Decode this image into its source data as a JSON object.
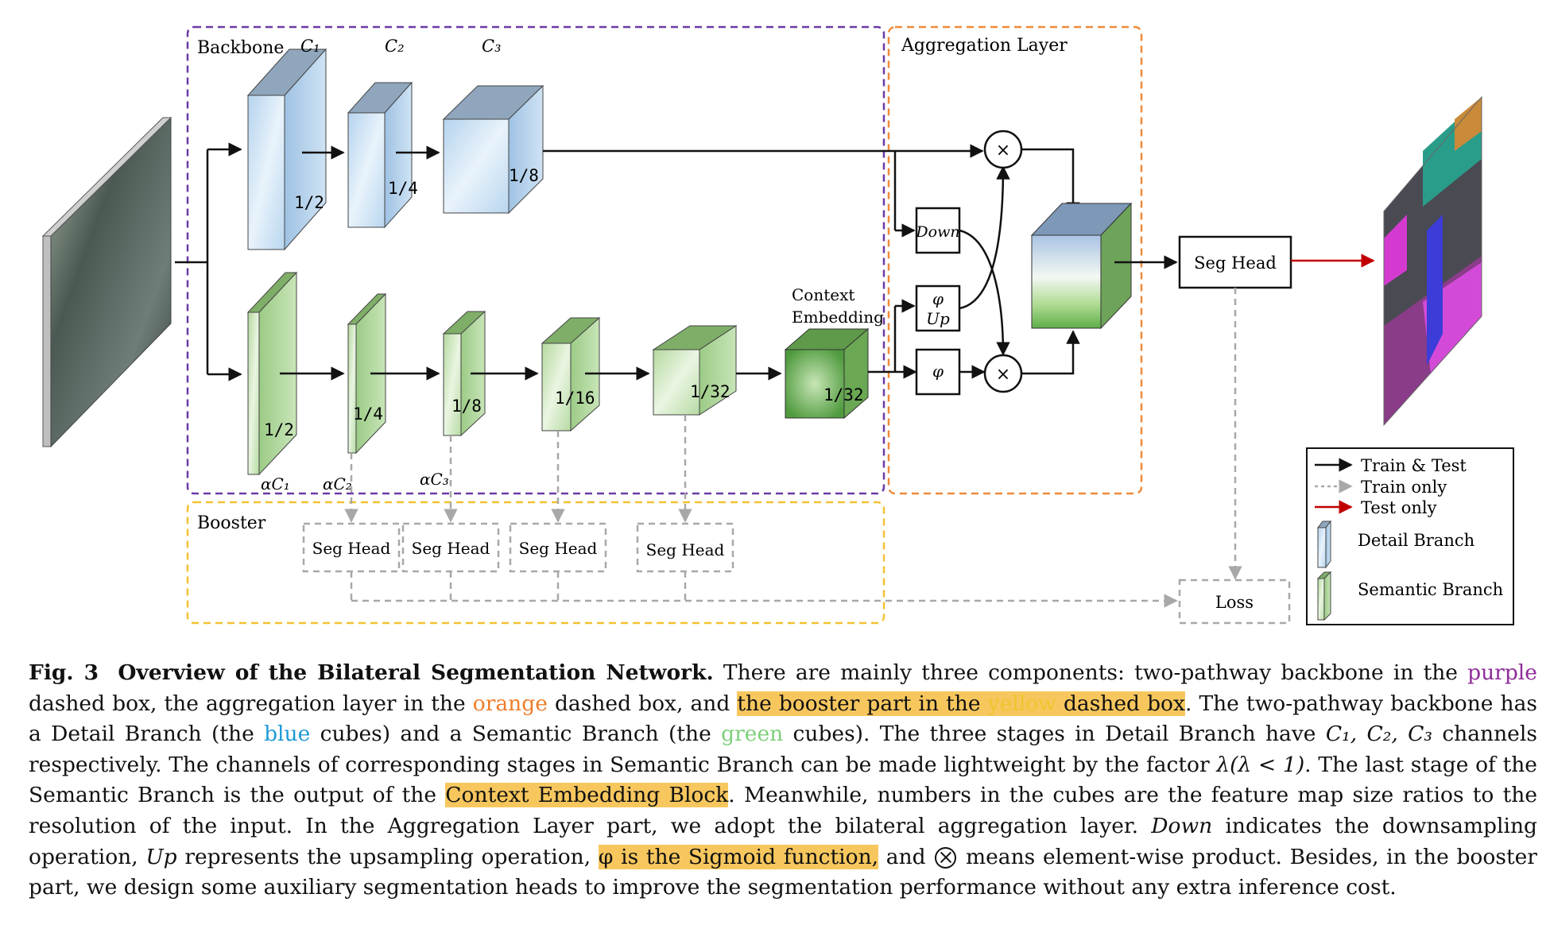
{
  "figure": {
    "sections": {
      "backbone": "Backbone",
      "aggregation": "Aggregation Layer",
      "booster": "Booster"
    },
    "detail_channels": [
      "C₁",
      "C₂",
      "C₃"
    ],
    "semantic_channels": [
      "αC₁",
      "αC₂",
      "αC₃"
    ],
    "detail_ratios": [
      "1/2",
      "1/4",
      "1/8"
    ],
    "semantic_ratios": [
      "1/2",
      "1/4",
      "1/8",
      "1/16",
      "1/32",
      "1/32"
    ],
    "context_embedding": [
      "Context",
      "Embedding"
    ],
    "ops": {
      "down": "Down",
      "phi": "φ",
      "up": "Up",
      "times": "×"
    },
    "seg_head": "Seg Head",
    "booster_heads": [
      "Seg Head",
      "Seg Head",
      "Seg Head",
      "Seg Head"
    ],
    "loss": "Loss",
    "legend": {
      "train_test": "Train & Test",
      "train_only": "Train only",
      "test_only": "Test only",
      "detail_branch": "Detail Branch",
      "semantic_branch": "Semantic Branch"
    },
    "colors": {
      "backbone_box": "#6b3aa6",
      "aggregation_box": "#ee8a3a",
      "booster_box": "#f2c233",
      "detail_cube": "#c9e0f2",
      "semantic_cube": "#cde8c0",
      "test_arrow": "#c00000"
    }
  },
  "caption": {
    "fig_label": "Fig. 3",
    "title": "Overview of the Bilateral Segmentation Network.",
    "s1": "There are mainly three components: two-pathway backbone in the",
    "purple": "purple",
    "s2": "dashed box, the aggregation layer in the",
    "orange": "orange",
    "s3": "dashed box, and",
    "hl1a": "the booster part in the",
    "yellow": "yellow",
    "hl1b": "dashed box",
    "s4": ". The two-pathway backbone has a Detail Branch (the",
    "blue": "blue",
    "s5": "cubes) and a Semantic Branch (the",
    "green": "green",
    "s6": "cubes). The three stages in Detail Branch have",
    "m_channels": "C₁, C₂, C₃",
    "s7": "channels respectively. The channels of corresponding stages in Semantic Branch can be made lightweight by the factor",
    "m_factor": "λ(λ < 1)",
    "s8": ". The last stage of the Semantic Branch is the output of the",
    "hl2": "Context Embedding Block",
    "s9": ". Meanwhile, numbers in the cubes are the feature map size ratios to the resolution of the input. In the Aggregation Layer part, we adopt the bilateral aggregation layer.",
    "down": "Down",
    "s10": "indicates the downsampling operation,",
    "up": "Up",
    "s11": "represents the upsampling operation,",
    "hl3": "φ is the Sigmoid function,",
    "s12": "and",
    "s13": "means element-wise product. Besides, in the booster part, we design some auxiliary segmentation heads to improve the segmentation performance without any extra inference cost."
  }
}
